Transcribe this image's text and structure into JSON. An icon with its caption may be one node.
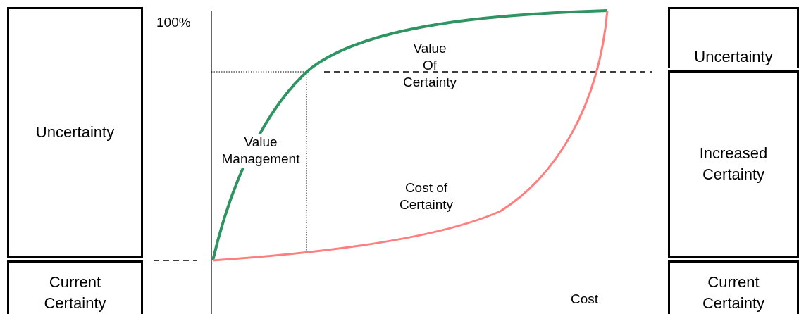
{
  "diagram": {
    "nodes": [
      {
        "text": [
          "Uncertainty"
        ]
      },
      {
        "text": [
          "Current Certainty"
        ]
      },
      {
        "text": [
          "Uncertainty"
        ]
      },
      {
        "text": [
          "Increased Certainty"
        ]
      },
      {
        "text": [
          "Current Certainty"
        ]
      }
    ],
    "edges": [],
    "labels": [
      "100%",
      "Value Of Certainty",
      "Value Management",
      "Cost of Certainty",
      "Cost"
    ]
  }
}
